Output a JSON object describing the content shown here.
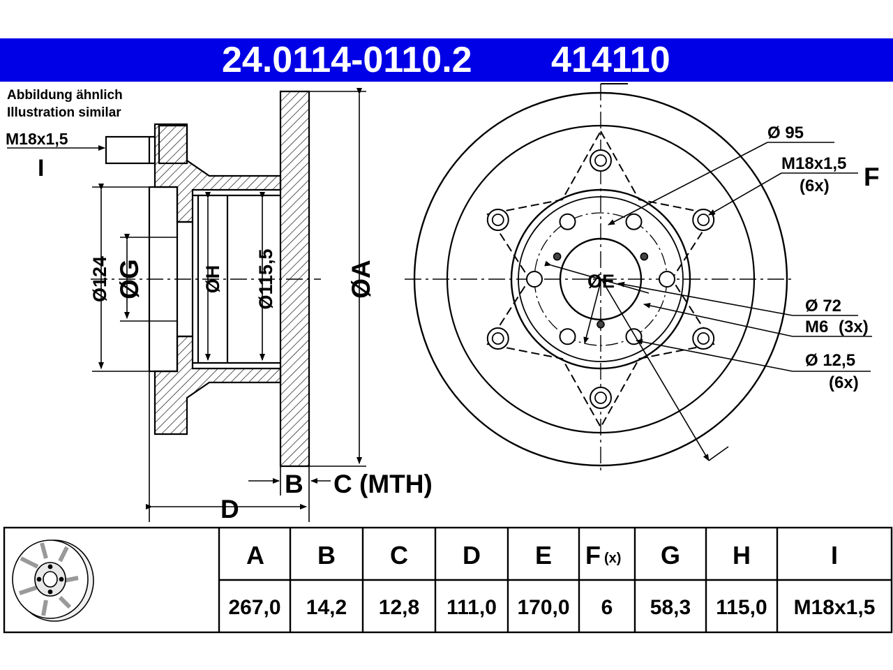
{
  "header": {
    "part_number": "24.0114-0110.2",
    "ref_number": "414110",
    "banner_color": "#0000e6"
  },
  "notes": {
    "line1": "Abbildung ähnlich",
    "line2": "Illustration similar"
  },
  "side_view": {
    "thread_label": "M18x1,5",
    "thread_letter": "I",
    "dim_124": "Ø124",
    "dim_g": "ØG",
    "dim_h": "ØH",
    "dim_1155": "Ø115,5",
    "dim_a": "ØA",
    "dim_b": "B",
    "dim_c": "C (MTH)",
    "dim_d": "D"
  },
  "front_view": {
    "dim_95": "Ø 95",
    "thread_label": "M18x1,5",
    "thread_count": "(6x)",
    "letter_f": "F",
    "dim_e": "ØE",
    "dim_72": "Ø 72",
    "m6_label": "M6",
    "m6_count": "(3x)",
    "dim_125": "Ø 12,5",
    "count_125": "(6x)"
  },
  "table": {
    "headers": [
      "A",
      "B",
      "C",
      "D",
      "E",
      "F",
      "G",
      "H",
      "I"
    ],
    "f_suffix": "(x)",
    "values": [
      "267,0",
      "14,2",
      "12,8",
      "111,0",
      "170,0",
      "6",
      "58,3",
      "115,0",
      "M18x1,5"
    ]
  }
}
